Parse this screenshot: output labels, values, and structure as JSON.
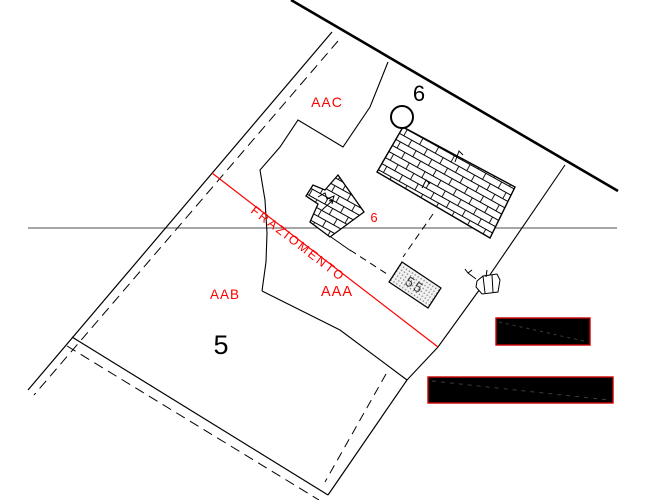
{
  "document": {
    "type": "cadastral-subdivision-plan",
    "background": "#ffffff"
  },
  "colors": {
    "ink": "#000000",
    "accent_red": "#ff0000",
    "baseline_gray": "#4d4d4d",
    "redaction_fill": "#000000",
    "redaction_border": "#cc0000"
  },
  "labels": {
    "parcel_6": "6",
    "parcel_5": "5",
    "subparcel_aac": "AAC",
    "subparcel_aab": "AAB",
    "subparcel_aaa": "AAA",
    "zone_6_red": "6",
    "building_55": "55",
    "division_line": "FRAZIOMENTO"
  },
  "redactions": {
    "count": 2
  }
}
